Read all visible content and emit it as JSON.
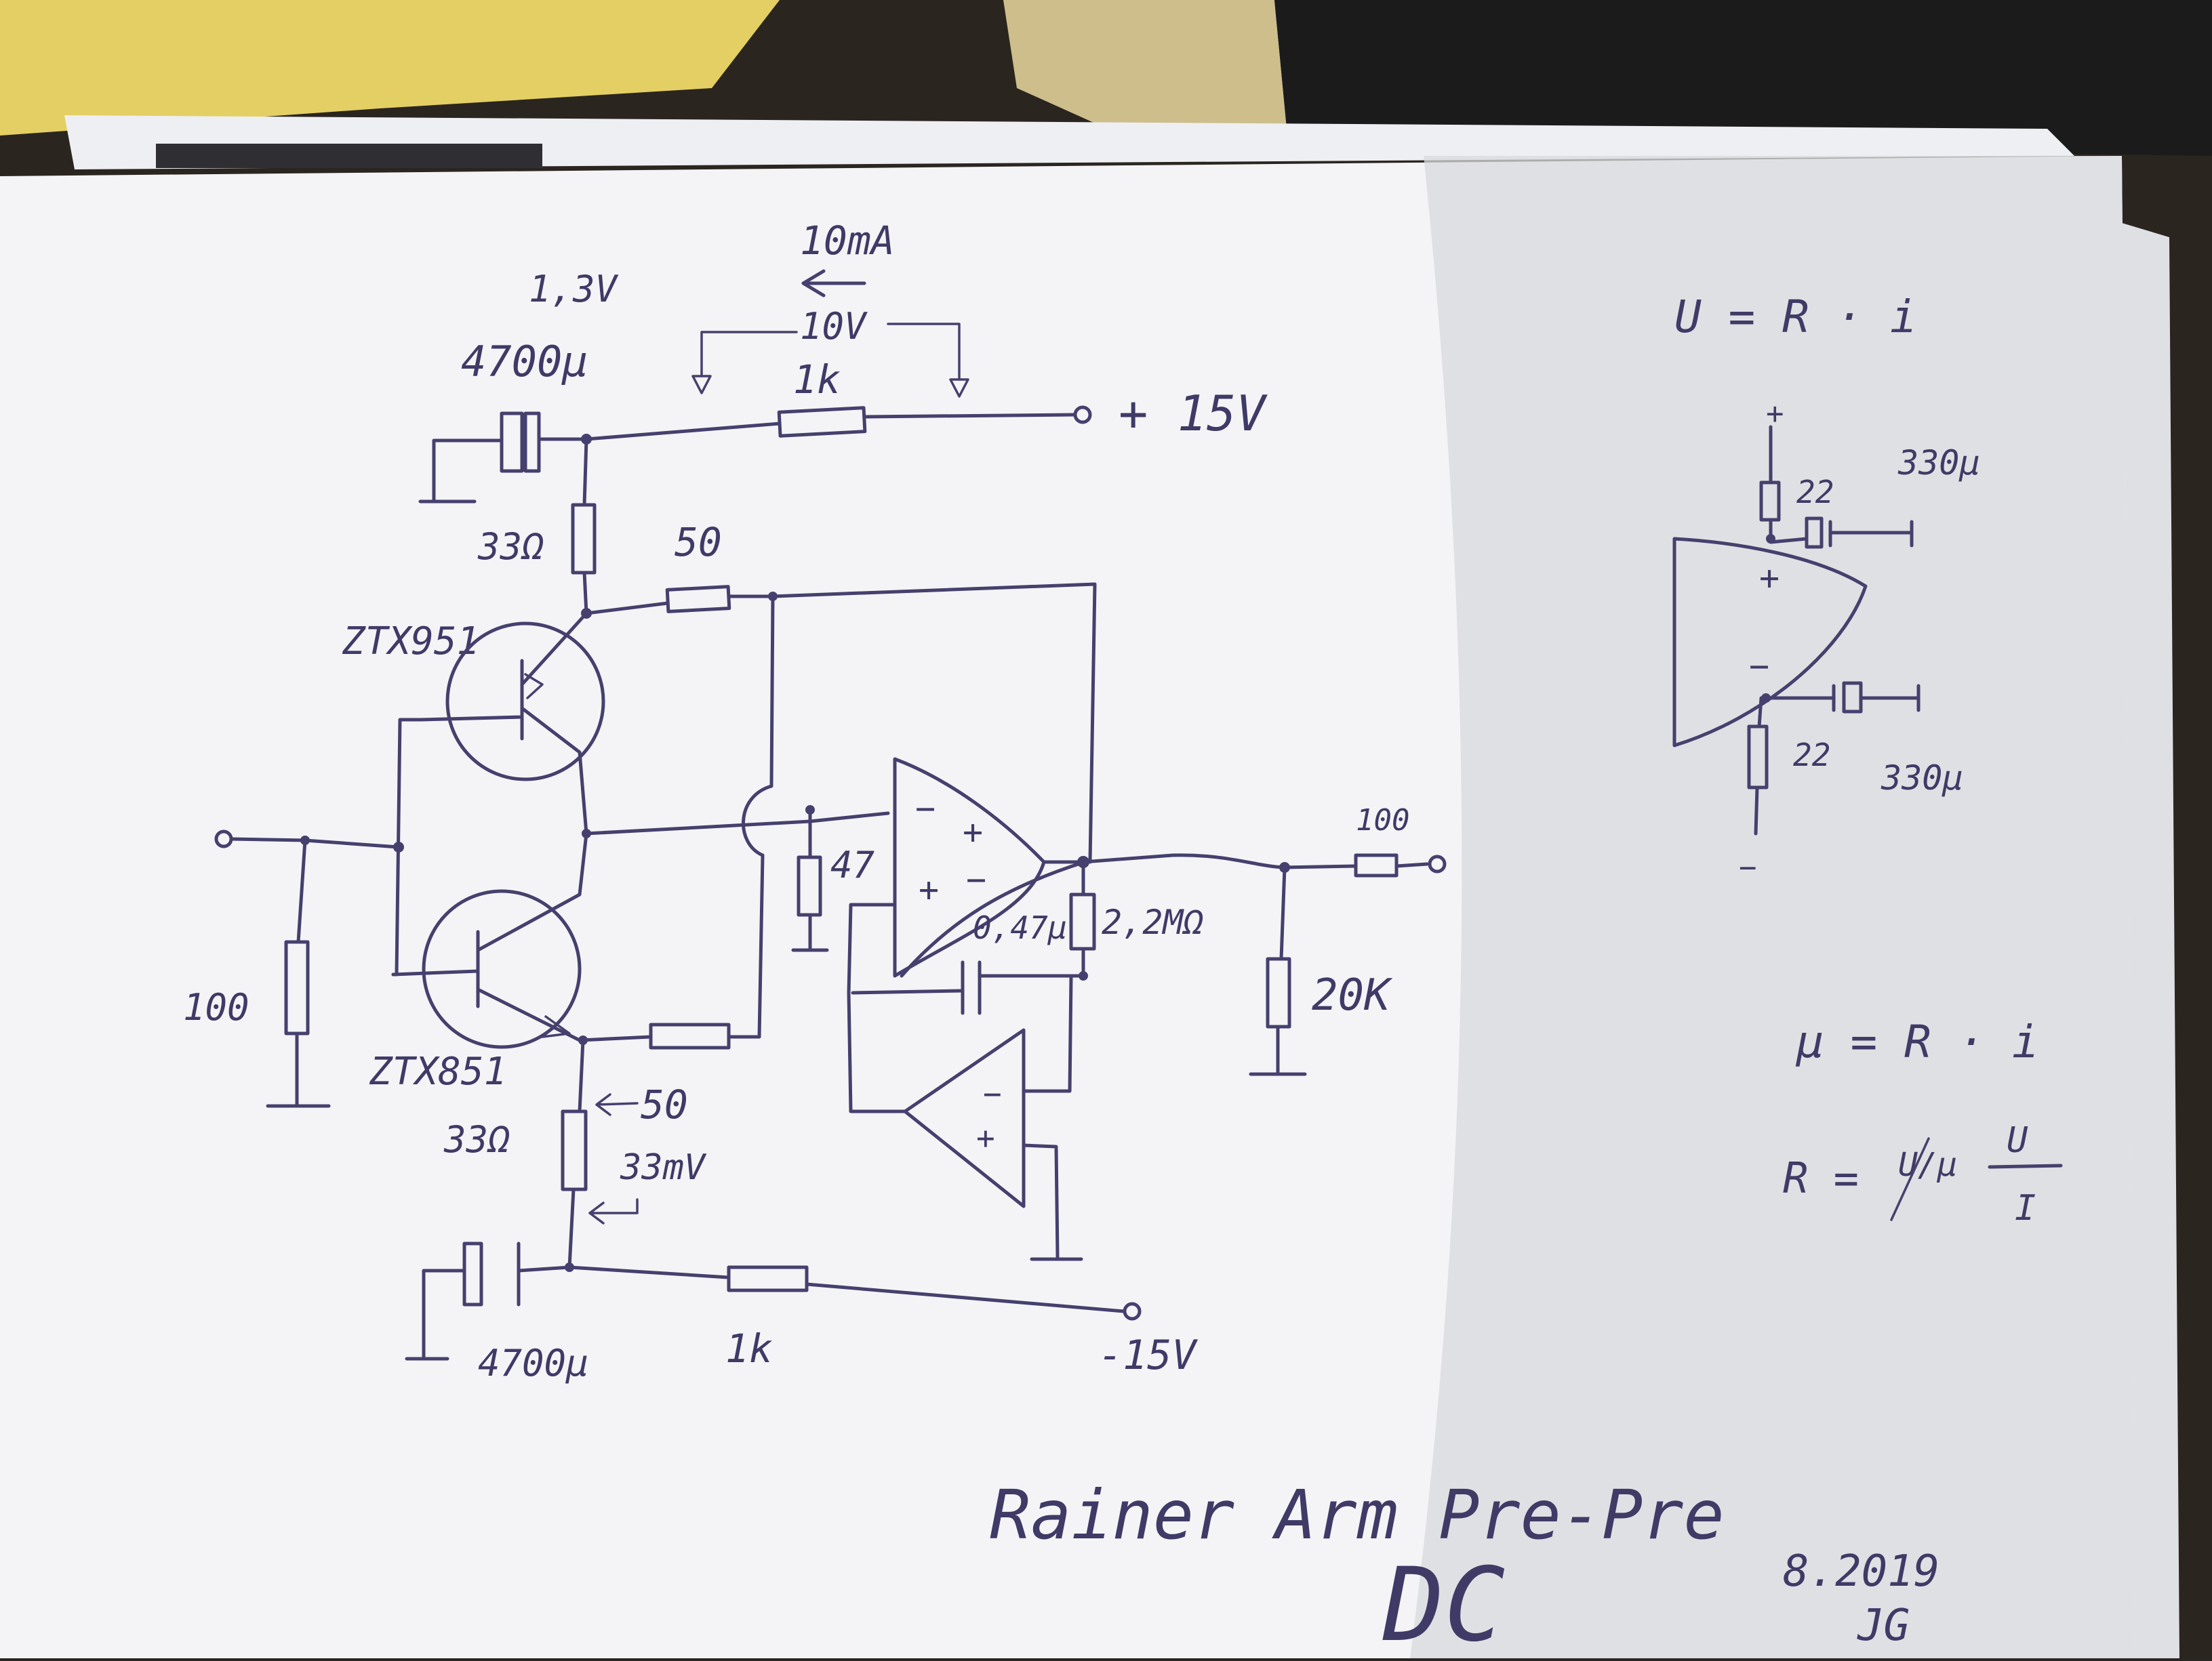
{
  "sketch": {
    "current_label": "10mA",
    "voltage_drop_label": "10V",
    "cap_voltage_label": "1,3V",
    "cap_top_label": "4700µ",
    "res_top_1k_label": "1k",
    "pos_supply_label": "+ 15V",
    "res_33_top_label": "33Ω",
    "res_50_top_label": "50",
    "q1_label": "ZTX951",
    "q2_label": "ZTX851",
    "res_in_label": "100",
    "res_47_label": "47",
    "cap_047_label": "0,47µ",
    "res_22m_label": "2,2MΩ",
    "res_out_label": "100",
    "res_20k_label": "20K",
    "res_50_bot_label": "50",
    "res_33_bot_label": "33Ω",
    "mv_label": "33mV",
    "cap_bot_label": "4700µ",
    "res_bot_1k_label": "1k",
    "neg_supply_label": "-15V",
    "opamp1_minus_in": "−",
    "opamp1_plus_in": "+",
    "opamp1_plus_out": "+",
    "opamp1_minus_out": "−",
    "opamp2_minus": "−",
    "opamp2_plus": "+",
    "side_formula_1": "U = R · i",
    "side_plus_rail": "+",
    "side_res_top_label": "22",
    "side_cap_top_label": "330µ",
    "side_amp_plus": "+",
    "side_amp_minus": "−",
    "side_res_bot_label": "22",
    "side_cap_bot_label": "330µ",
    "side_minus_rail": "−",
    "side_formula_2": "µ = R · i",
    "side_formula_3_lhs": "R =",
    "side_formula_3_num": "U",
    "side_formula_3_den": "I",
    "side_formula_3_struck": "U/µ",
    "note_title": "Rainer Arm Pre-Pre",
    "note_dc": "DC",
    "note_date": "8.2019",
    "note_initials": "JG"
  }
}
